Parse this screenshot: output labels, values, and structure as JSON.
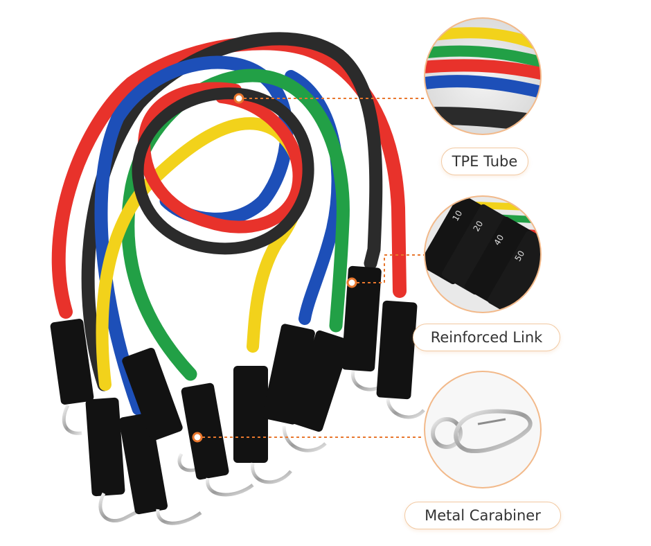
{
  "features": [
    {
      "id": "tpe",
      "label": "TPE Tube"
    },
    {
      "id": "link",
      "label": "Reinforced Link"
    },
    {
      "id": "carabiner",
      "label": "Metal Carabiner"
    }
  ],
  "colors": {
    "accent": "#e8772e",
    "pill_border": "#f2c9a2",
    "band_red": "#e8322b",
    "band_blue": "#1d4fb8",
    "band_yellow": "#f2d21b",
    "band_green": "#22a046",
    "band_black": "#2b2b2b"
  },
  "handle_tags": [
    "10",
    "20",
    "40",
    "50"
  ]
}
